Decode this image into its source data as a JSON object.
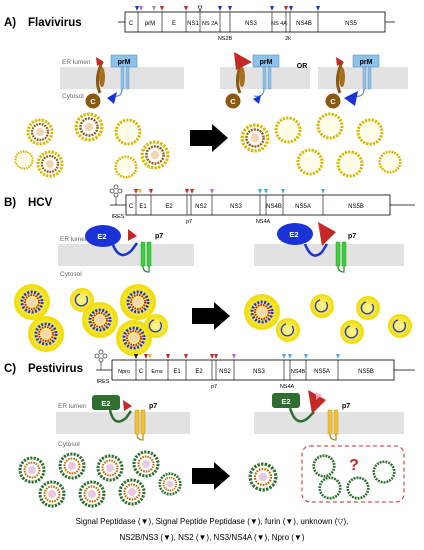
{
  "panels": {
    "a": {
      "letter": "A)",
      "name": "Flavivirus",
      "or_label": "OR",
      "genome": [
        "C",
        "prM",
        "E",
        "NS1",
        "NS 2A",
        "NS3",
        "NS 4A",
        "NS4B",
        "NS5"
      ],
      "genome_below": [
        "NS2B",
        "2k"
      ],
      "proteins": [
        "prM",
        "prM",
        "prM"
      ],
      "capsid": [
        "C",
        "C",
        "C"
      ]
    },
    "b": {
      "letter": "B)",
      "name": "HCV",
      "ires": "IRES",
      "genome": [
        "C",
        "E1",
        "E2",
        "NS2",
        "NS3",
        "NS4B",
        "NS5A",
        "NS5B"
      ],
      "genome_below": [
        "p7",
        "NS4A"
      ],
      "proteins": [
        "E2",
        "p7",
        "E2",
        "p7"
      ]
    },
    "c": {
      "letter": "C)",
      "name": "Pestivirus",
      "ires": "IRES",
      "genome": [
        "Npro",
        "C",
        "Erns",
        "E1",
        "E2",
        "NS2",
        "NS3",
        "NS4B",
        "NS5A",
        "NS5B"
      ],
      "genome_below": [
        "p7",
        "NS4A"
      ],
      "proteins": [
        "E2",
        "p7",
        "E2",
        "p7"
      ],
      "question": "?"
    }
  },
  "membrane": {
    "lumen": "ER lumen",
    "cytosol": "Cytosol"
  },
  "legend": {
    "line1": "Signal Peptidase (▼), Signal Peptide Peptidase (▼), furin (▼), unknown (▽),",
    "line2": "NS2B/NS3 (▼), NS2 (▼), NS3/NS4A (▼), Npro (▼)"
  },
  "colors": {
    "signal_peptidase": "#c62828",
    "spp": "#e8b84a",
    "furin": "#999999",
    "ns2bns3": "#1a33d6",
    "ns2": "#c066e0",
    "ns3ns4a": "#4aa8e8",
    "npro": "#111111",
    "capsid": "#8a5a12",
    "flavi_prM": "#8ec1e8",
    "hcv_e2": "#1a33d6",
    "p7_green": "#3ad13a",
    "pesti_e2": "#2e6e2e",
    "p7_yellow": "#f2c230",
    "particle_yellow": "#f5e60a"
  }
}
